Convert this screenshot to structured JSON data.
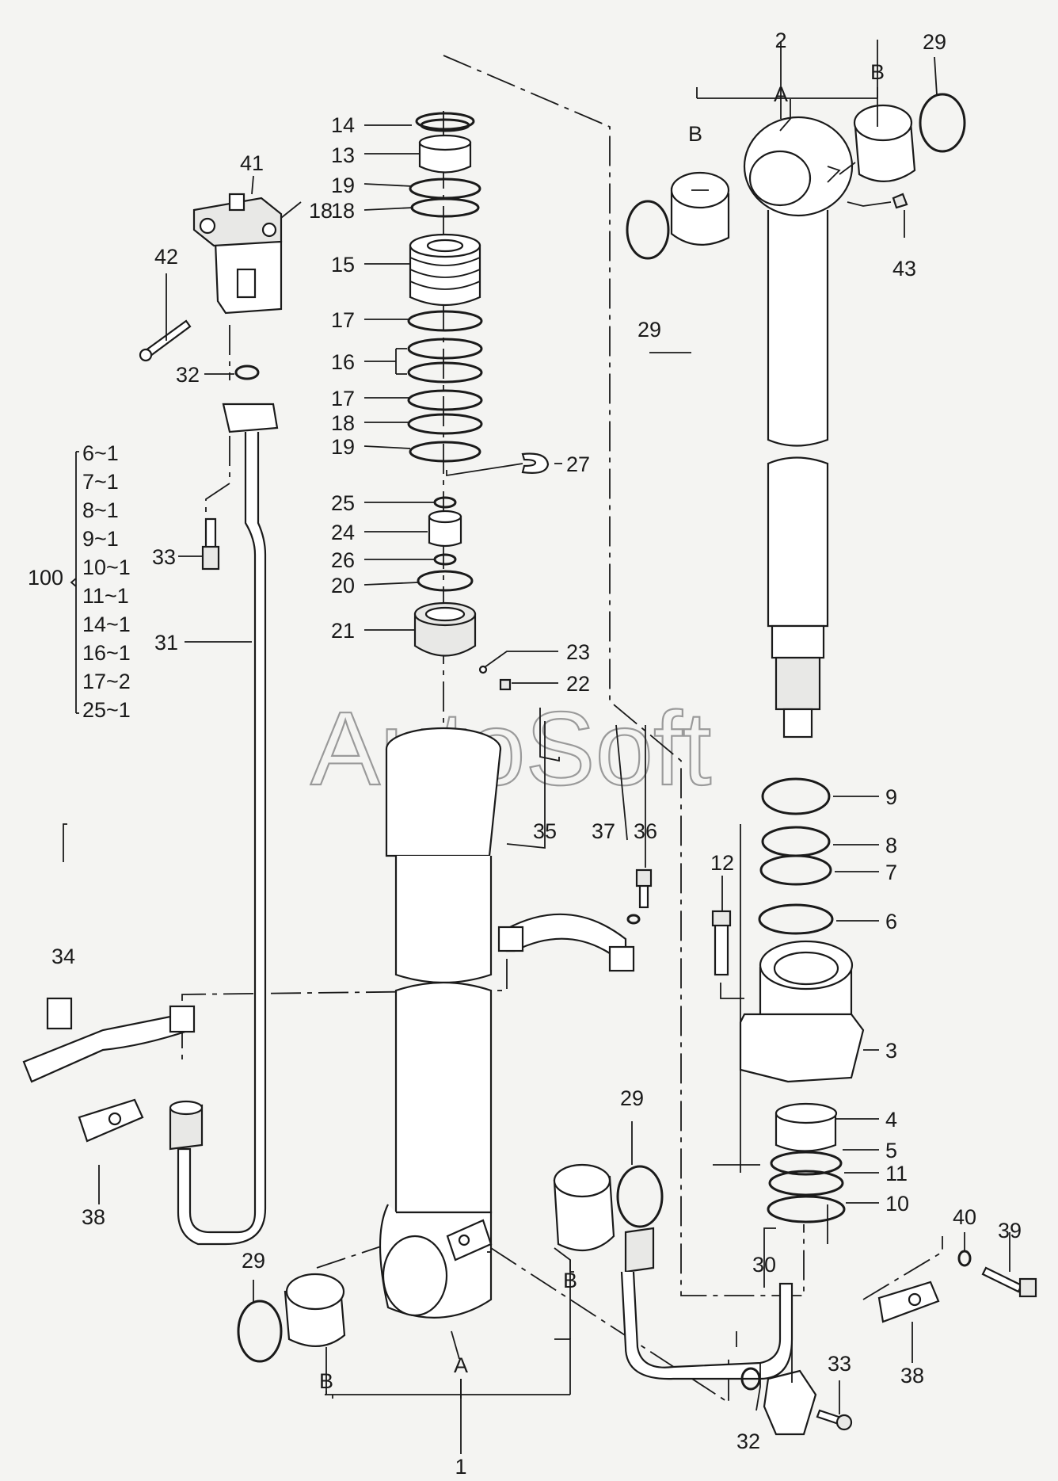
{
  "watermark": "AutoSoft",
  "parts": {
    "p1": "1",
    "p2": "2",
    "p3": "3",
    "p4": "4",
    "p5": "5",
    "p6": "6",
    "p7": "7",
    "p8": "8",
    "p9": "9",
    "p10": "10",
    "p11": "11",
    "p12": "12",
    "p13": "13",
    "p14": "14",
    "p15": "15",
    "p16": "16",
    "p17": "17",
    "p18": "18",
    "p19": "19",
    "p20": "20",
    "p21": "21",
    "p22": "22",
    "p23": "23",
    "p24": "24",
    "p25": "25",
    "p26": "26",
    "p27": "27",
    "p29": "29",
    "p30": "30",
    "p31": "31",
    "p32": "32",
    "p33": "33",
    "p34": "34",
    "p35": "35",
    "p36": "36",
    "p37": "37",
    "p38": "38",
    "p39": "39",
    "p40": "40",
    "p41": "41",
    "p42": "42",
    "p43": "43"
  },
  "markers": {
    "a": "A",
    "b": "B"
  },
  "kit": {
    "number": "100",
    "items": [
      "6~1",
      "7~1",
      "8~1",
      "9~1",
      "10~1",
      "11~1",
      "14~1",
      "16~1",
      "17~2",
      "25~1"
    ]
  }
}
